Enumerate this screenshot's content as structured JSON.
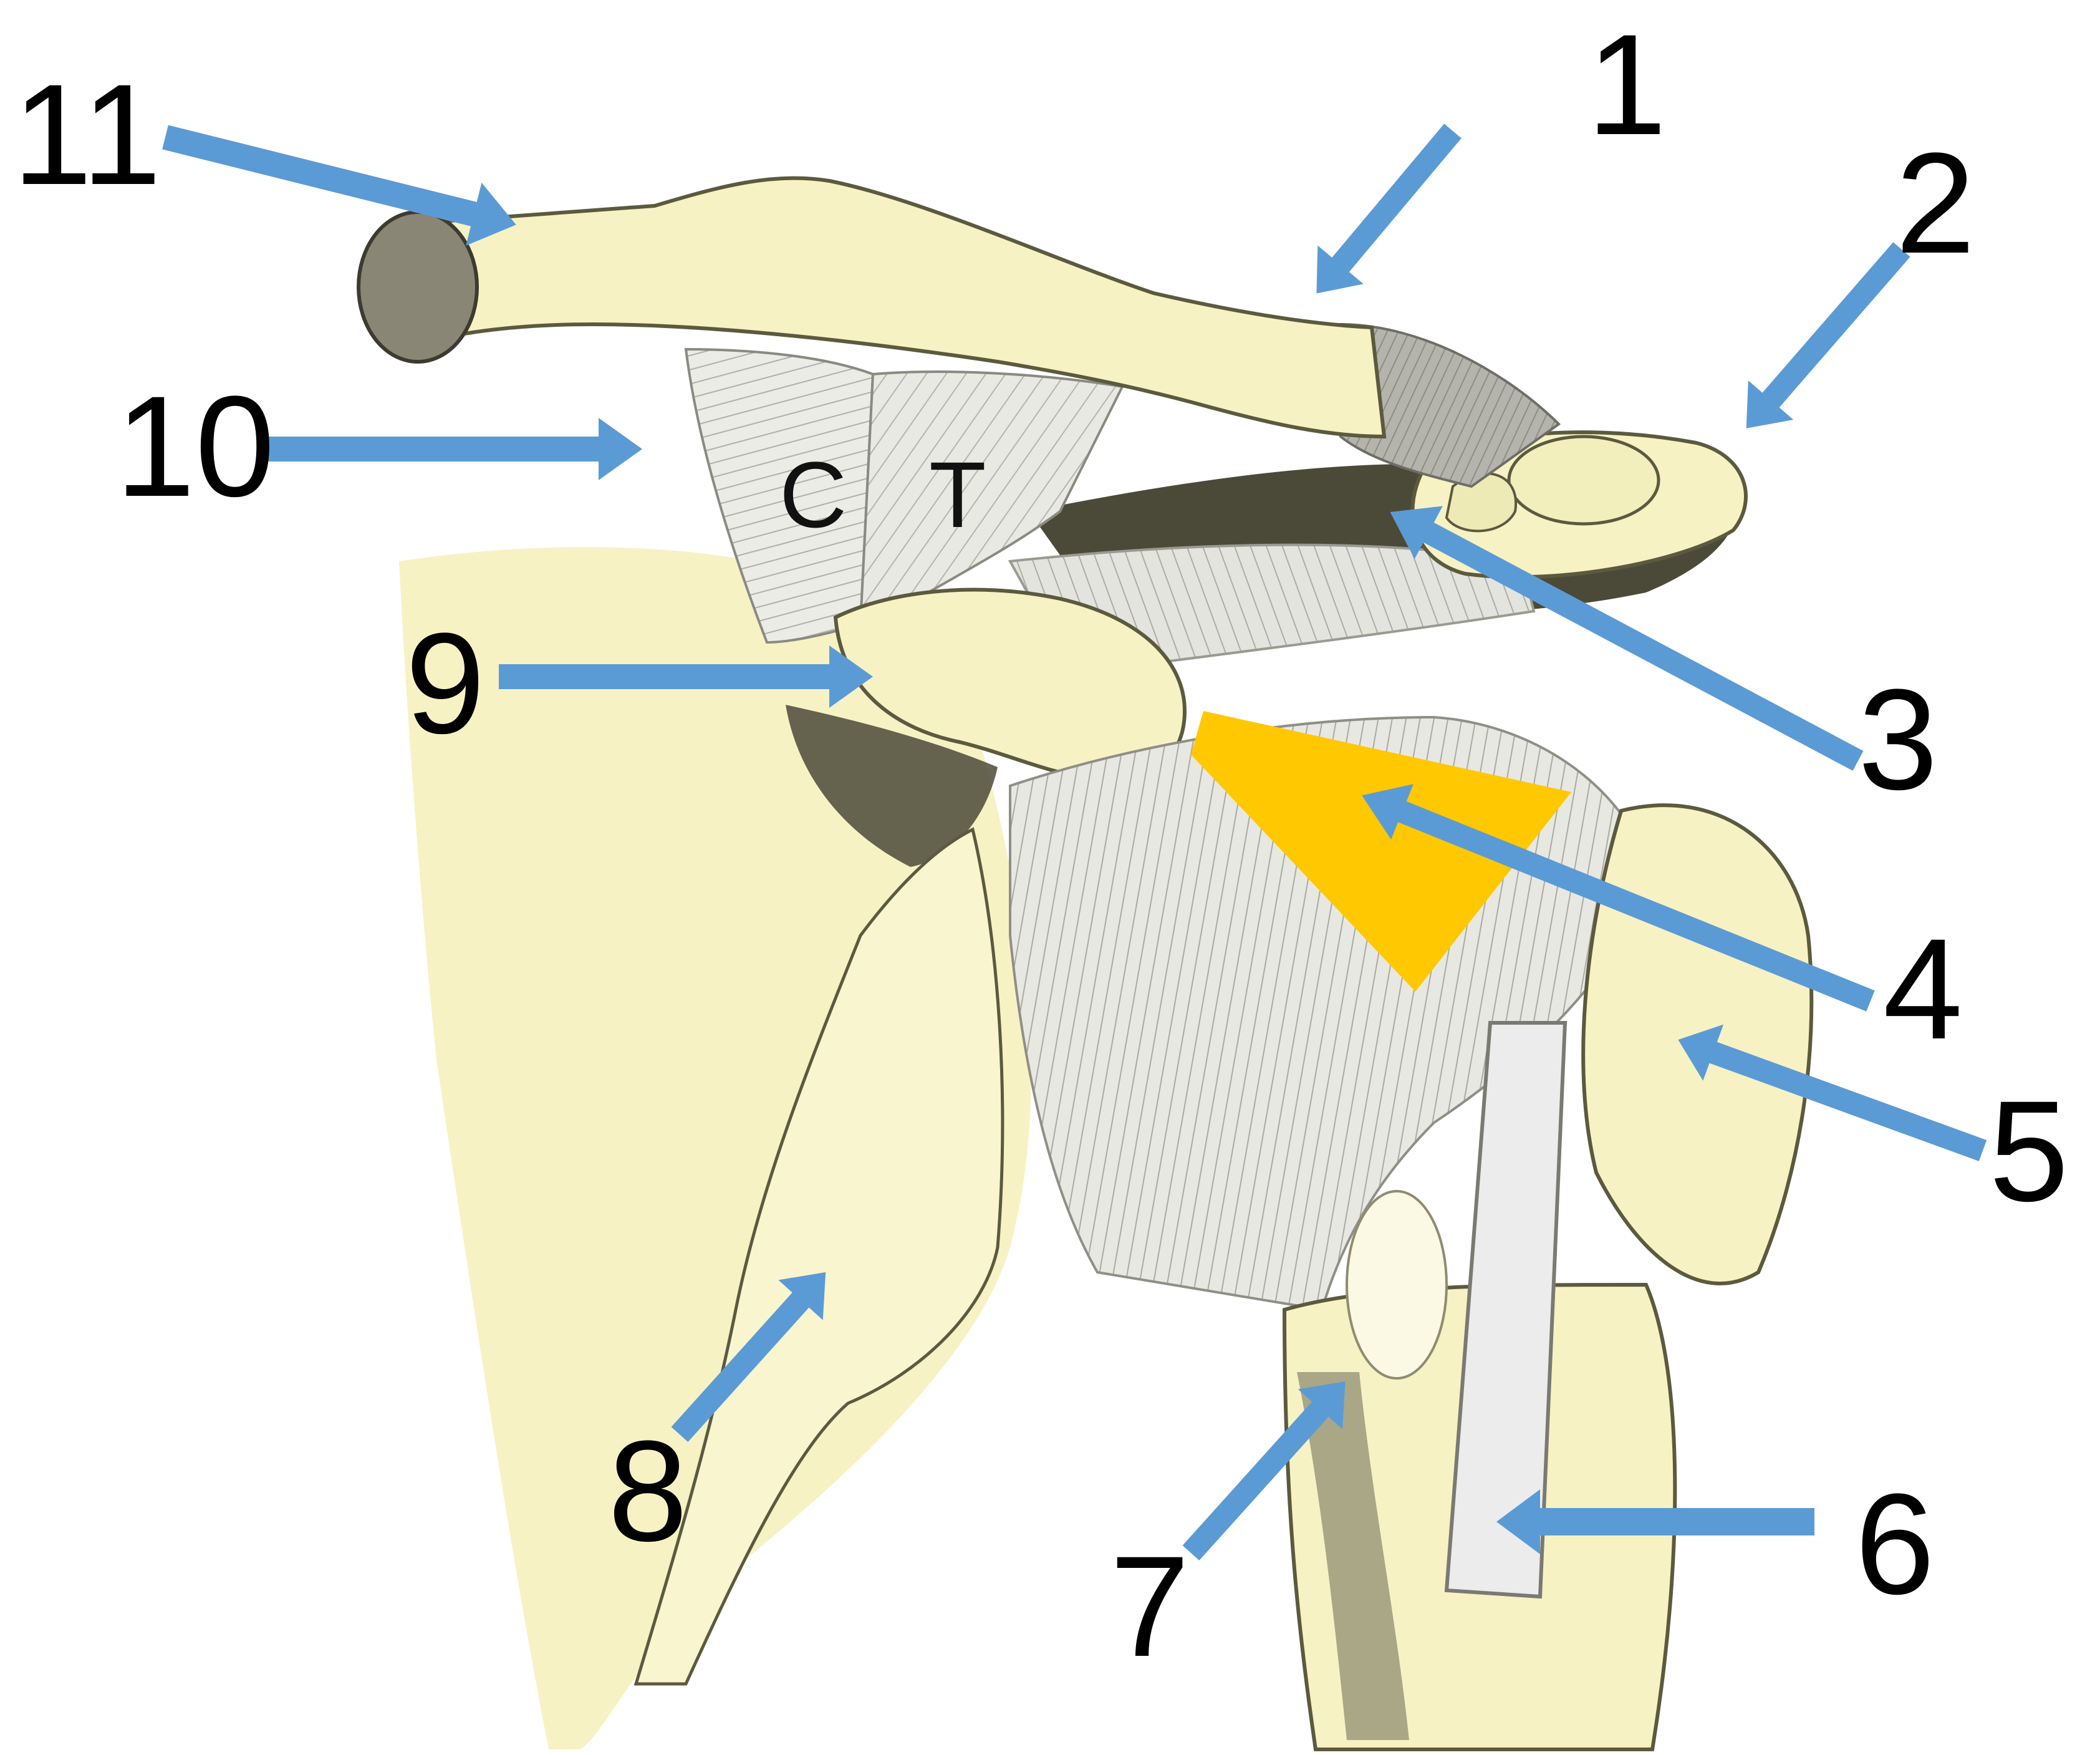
{
  "diagram": {
    "colors": {
      "bone": "#f6f2c4",
      "bone_outline": "#5b5a3e",
      "ligament": "#e6e6e2",
      "ligament_stroke": "#9a9a92",
      "shadow": "#4b4a38",
      "arrow": "#5b9bd5",
      "highlight": "#ffc800"
    },
    "callouts": [
      {
        "label": "1"
      },
      {
        "label": "2"
      },
      {
        "label": "3"
      },
      {
        "label": "4"
      },
      {
        "label": "5"
      },
      {
        "label": "6"
      },
      {
        "label": "7"
      },
      {
        "label": "8"
      },
      {
        "label": "9"
      },
      {
        "label": "10"
      },
      {
        "label": "11"
      }
    ],
    "ligament_letters": {
      "conoid": "C",
      "trapezoid": "T"
    }
  }
}
